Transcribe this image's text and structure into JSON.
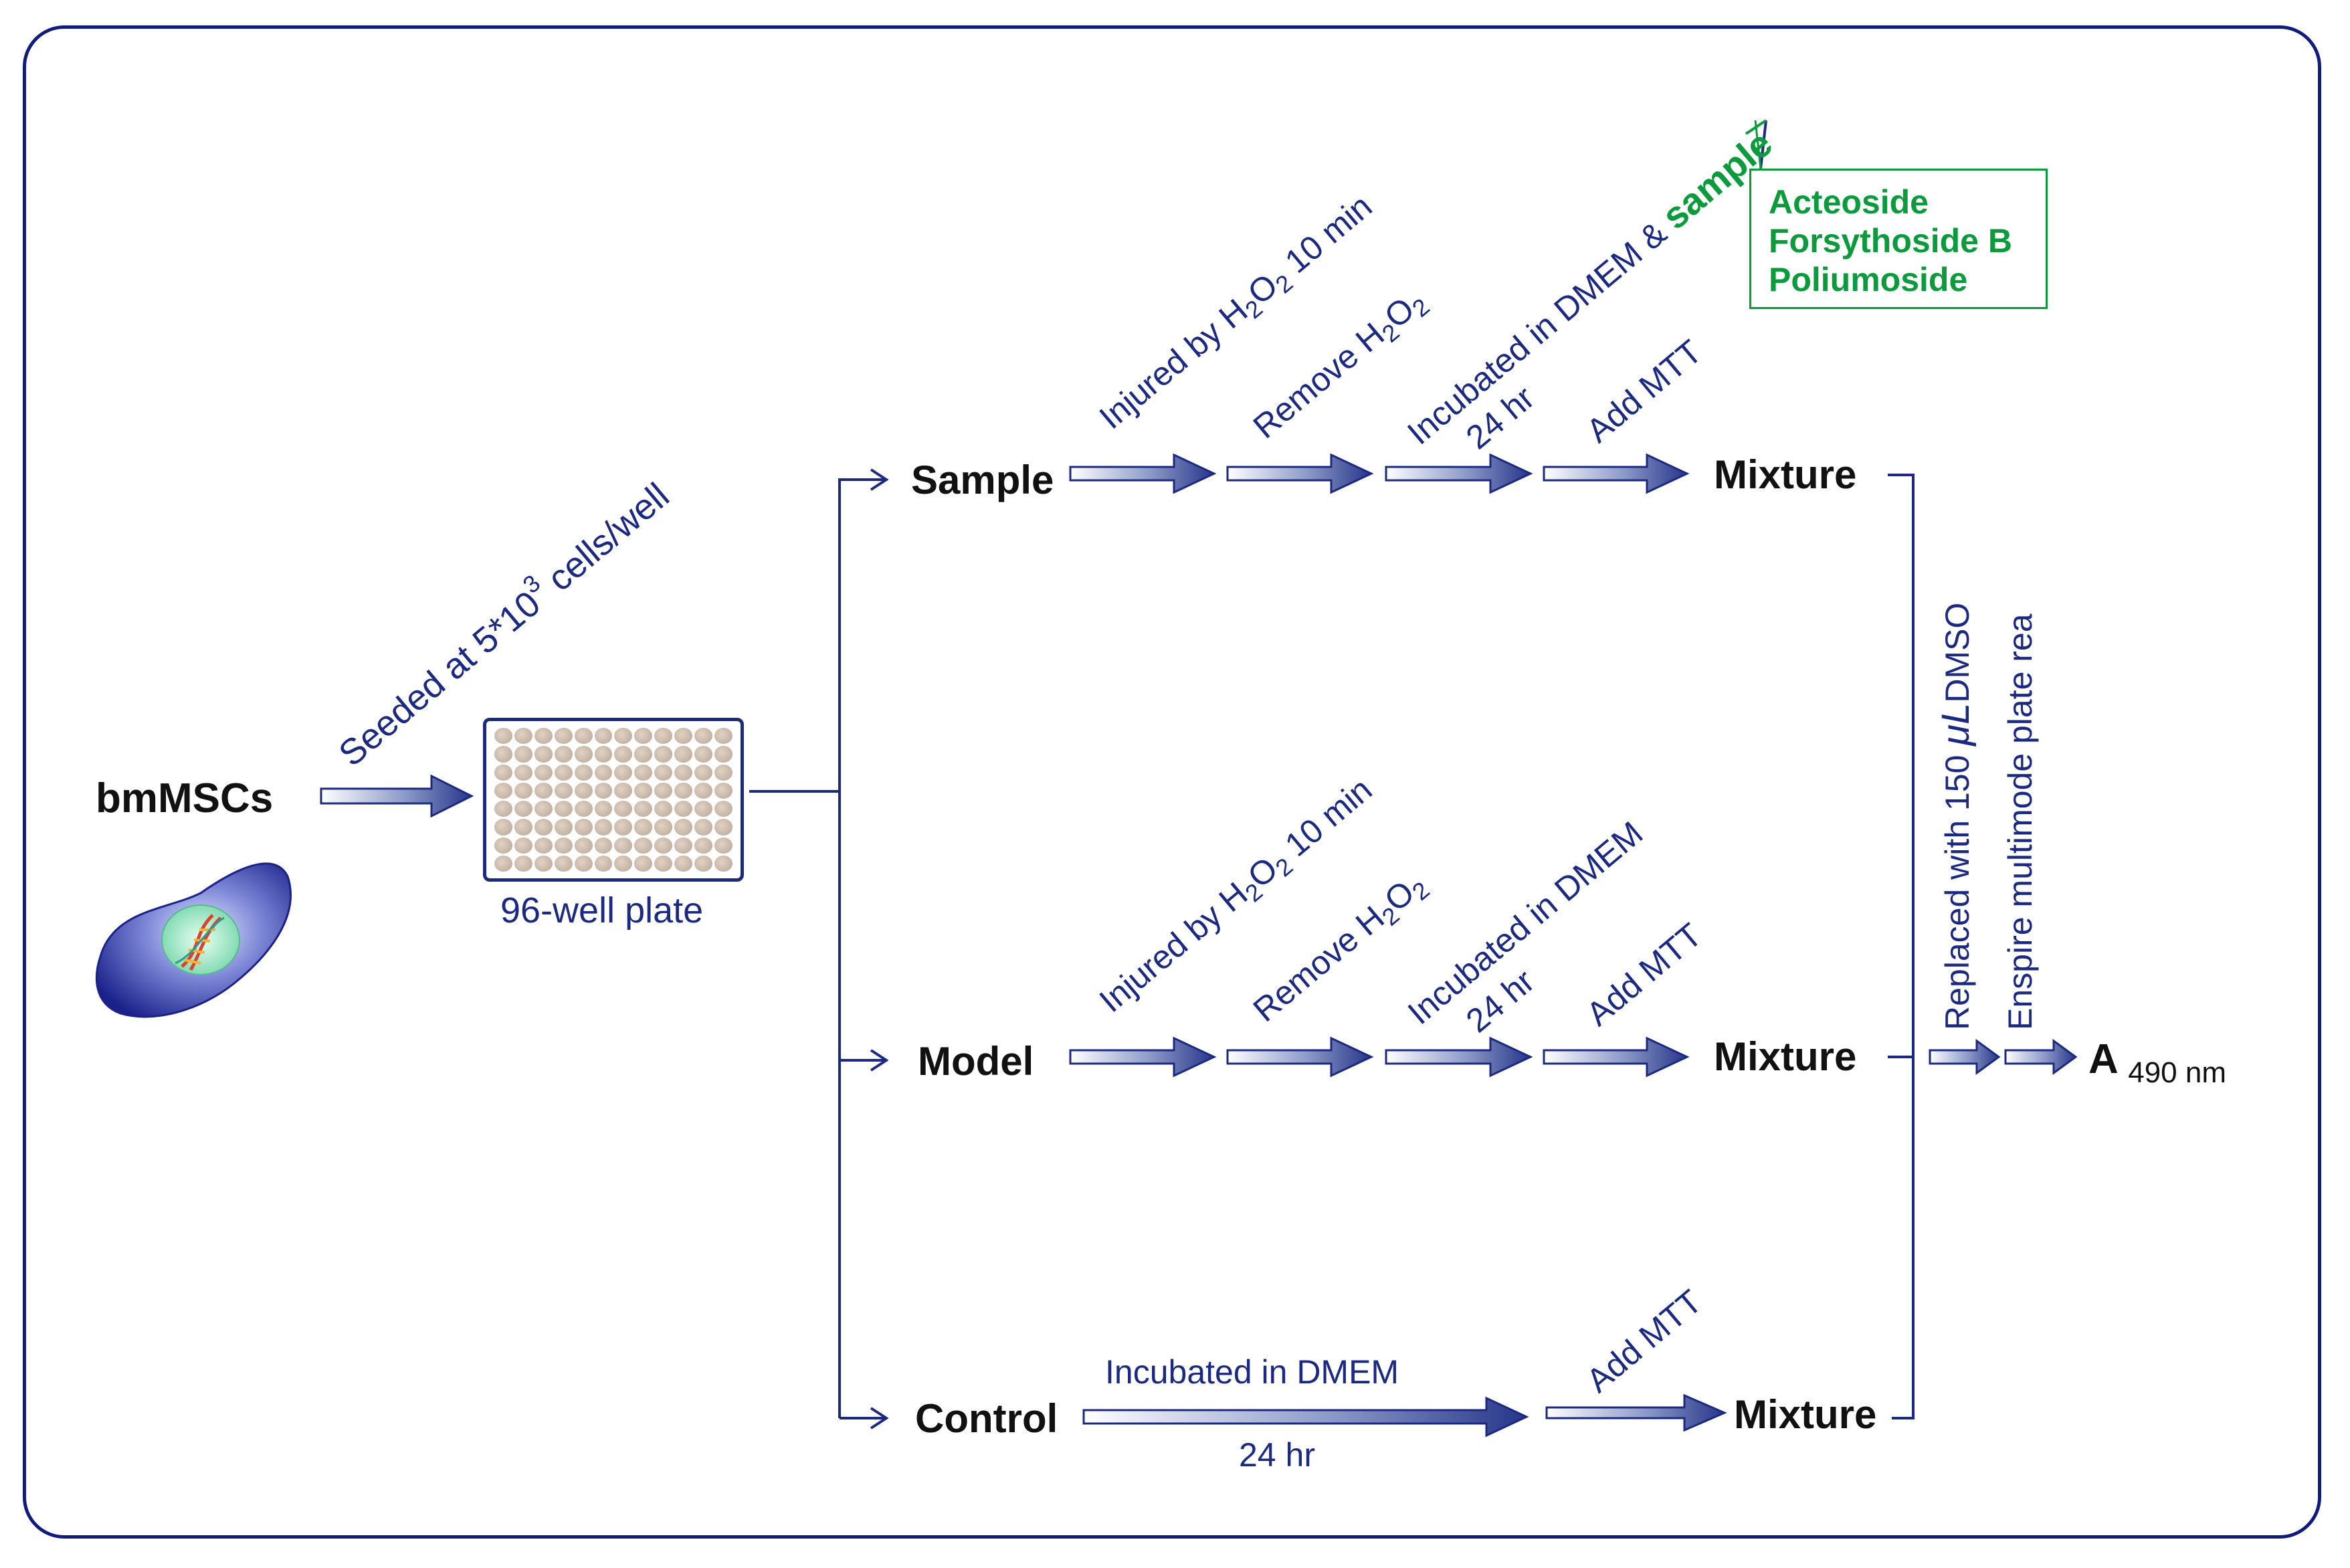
{
  "source": {
    "label": "bmMSCs",
    "icon": "cell-icon"
  },
  "seed": {
    "text": "Seeded at 5*10",
    "sup": "3",
    "rest": " cells/well"
  },
  "plate": {
    "caption": "96-well plate",
    "wells": 96
  },
  "branches": {
    "sample": {
      "label": "Sample",
      "inj_a": "Injured by H",
      "inj_sub1": "2",
      "inj_b": "O",
      "inj_sub2": "2",
      "inj_c": " 10 min",
      "rem_a": "Remove H",
      "rem_sub1": "2",
      "rem_b": "O",
      "rem_sub2": "2",
      "inc_line1": "Incubated  in DMEM & ",
      "inc_highlight": "sample",
      "inc_line2": "24 hr",
      "mtt": "Add  MTT",
      "result": "Mixture"
    },
    "model": {
      "label": "Model",
      "inj_a": "Injured by H",
      "inj_sub1": "2",
      "inj_b": "O",
      "inj_sub2": "2",
      "inj_c": " 10 min",
      "rem_a": "Remove H",
      "rem_sub1": "2",
      "rem_b": "O",
      "rem_sub2": "2",
      "inc_line1": "Incubated  in DMEM",
      "inc_line2": "24 hr",
      "mtt": "Add  MTT",
      "result": "Mixture"
    },
    "control": {
      "label": "Control",
      "inc_top": "Incubated  in DMEM",
      "inc_bottom": "24 hr",
      "mtt": "Add  MTT",
      "result": "Mixture"
    }
  },
  "samples_note": [
    "Acteoside",
    "Forsythoside B",
    "Poliumoside"
  ],
  "final": {
    "replace_a": "Replaced with 150 ",
    "replace_mu": "μL",
    "replace_b": "DMSO",
    "reader": "Enspire multimode plate rea",
    "readout_main": "A",
    "readout_sub": "490 nm"
  },
  "colors": {
    "frame": "#0f1c7a",
    "line": "#1b2a80",
    "text": "#1b2a80",
    "highlight": "#0b9a3c"
  }
}
